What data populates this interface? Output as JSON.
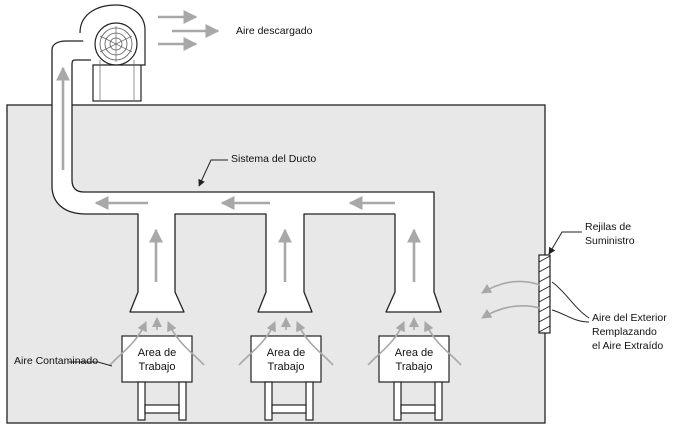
{
  "labels": {
    "discharged_air": "Aire descargado",
    "duct_system": "Sistema del Ducto",
    "supply_grilles_1": "Rejilas de",
    "supply_grilles_2": "Suministro",
    "outside_air_1": "Aire del Exterior",
    "outside_air_2": "Remplazando",
    "outside_air_3": "el Aire Extraído",
    "contaminated_air": "Aire Contaminado"
  },
  "work_areas": [
    {
      "line1": "Area de",
      "line2": "Trabajo"
    },
    {
      "line1": "Area de",
      "line2": "Trabajo"
    },
    {
      "line1": "Area de",
      "line2": "Trabajo"
    }
  ],
  "colors": {
    "room_fill": "#e8e8e8",
    "outline": "#222222",
    "arrow": "#a8a8a8"
  }
}
